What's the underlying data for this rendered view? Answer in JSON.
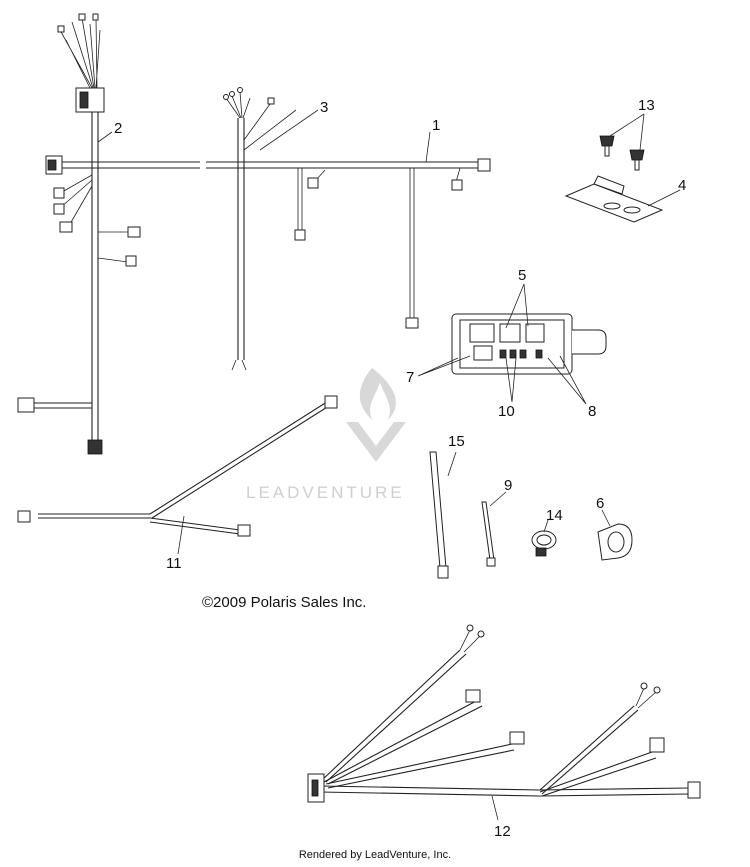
{
  "watermark": {
    "text": "LEADVENTURE"
  },
  "callouts": {
    "c1": "1",
    "c2": "2",
    "c3": "3",
    "c4": "4",
    "c5": "5",
    "c6": "6",
    "c7": "7",
    "c8": "8",
    "c9": "9",
    "c10": "10",
    "c11": "11",
    "c12": "12",
    "c13": "13",
    "c14": "14",
    "c15": "15"
  },
  "copyright": "©2009 Polaris Sales Inc.",
  "footer": "Rendered by LeadVenture, Inc."
}
